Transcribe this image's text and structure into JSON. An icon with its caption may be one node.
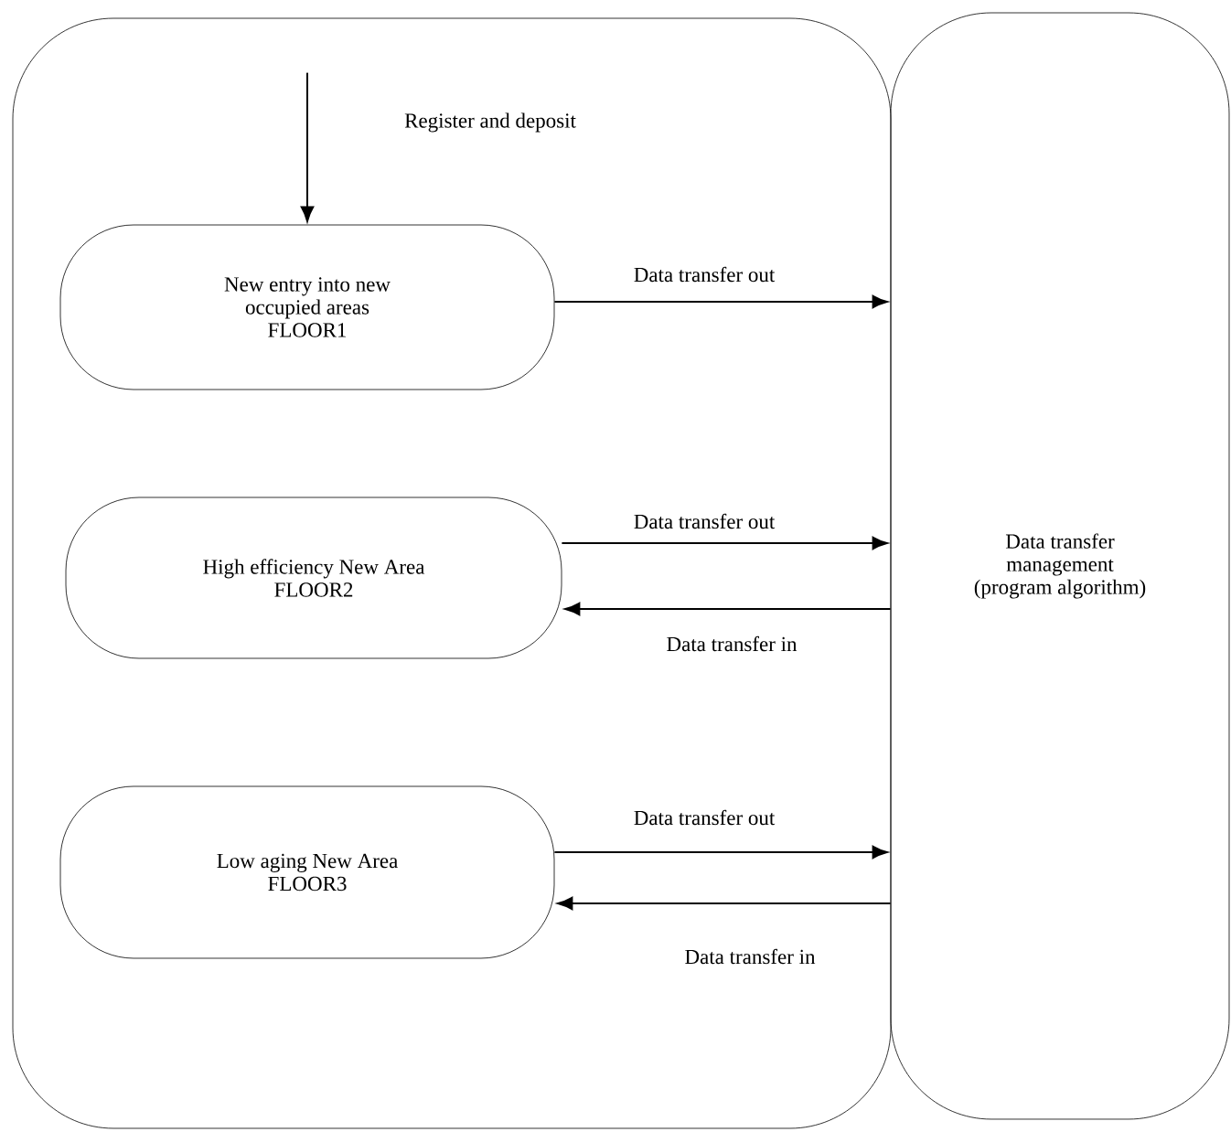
{
  "diagram": {
    "nodes": [
      {
        "text": [],
        "shape": "box"
      },
      {
        "text": [
          "New entry into new occupied areas",
          "FLOOR1"
        ],
        "in": 0
      },
      {
        "text": [
          "High efficiency New Area",
          "FLOOR2"
        ],
        "in": 0
      },
      {
        "text": [
          "Low aging New Area",
          "FLOOR3"
        ],
        "in": 0
      },
      {
        "text": [
          "Data transfer management (program algorithm)"
        ]
      }
    ],
    "edges": [
      {
        "from": null,
        "to": 1,
        "arrow": "to",
        "label": "Register and deposit"
      },
      {
        "from": 1,
        "to": 4,
        "arrow": "to",
        "label": "Data transfer out"
      },
      {
        "from": 2,
        "to": 4,
        "arrow": "to",
        "label": "Data transfer out"
      },
      {
        "from": 4,
        "to": 2,
        "arrow": "to",
        "label": "Data transfer in"
      },
      {
        "from": 3,
        "to": 4,
        "arrow": "to",
        "label": "Data transfer out"
      },
      {
        "from": 4,
        "to": 3,
        "arrow": "to",
        "label": "Data transfer in"
      }
    ]
  }
}
